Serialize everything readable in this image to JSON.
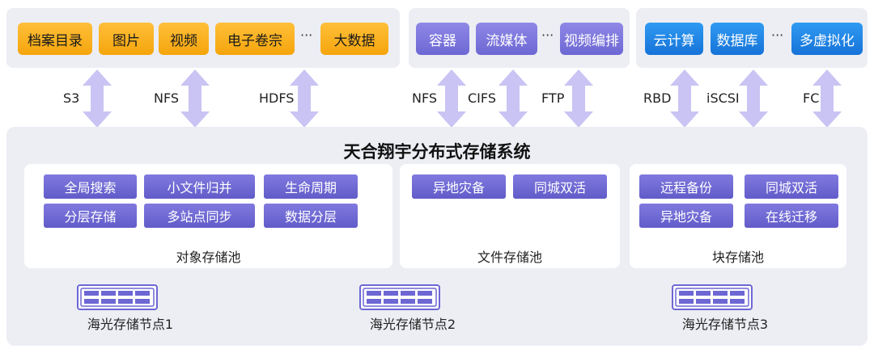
{
  "groups": {
    "g1": {
      "items": [
        "档案目录",
        "图片",
        "视频",
        "电子卷宗",
        "大数据"
      ],
      "ellipsis": "···"
    },
    "g2": {
      "items": [
        "容器",
        "流媒体",
        "视频编排"
      ],
      "ellipsis": "···"
    },
    "g3": {
      "items": [
        "云计算",
        "数据库",
        "多虚拟化"
      ],
      "ellipsis": "···"
    }
  },
  "protocols": [
    "S3",
    "NFS",
    "HDFS",
    "NFS",
    "CIFS",
    "FTP",
    "RBD",
    "iSCSI",
    "FC"
  ],
  "system_title": "天合翔宇分布式存储系统",
  "pools": {
    "object": {
      "name": "对象存储池",
      "tags": [
        "全局搜索",
        "小文件归并",
        "生命周期",
        "分层存储",
        "多站点同步",
        "数据分层"
      ]
    },
    "file": {
      "name": "文件存储池",
      "tags": [
        "异地灾备",
        "同城双活"
      ]
    },
    "block": {
      "name": "块存储池",
      "tags": [
        "远程备份",
        "同城双活",
        "异地灾备",
        "在线迁移"
      ]
    }
  },
  "nodes": [
    "海光存储节点1",
    "海光存储节点2",
    "海光存储节点3"
  ],
  "colors": {
    "chip_yellow": "#f5a50b",
    "chip_purple": "#6d67d4",
    "chip_blue": "#1673d8",
    "arrow": "#c9c4f3",
    "panel": "#eceef4"
  }
}
